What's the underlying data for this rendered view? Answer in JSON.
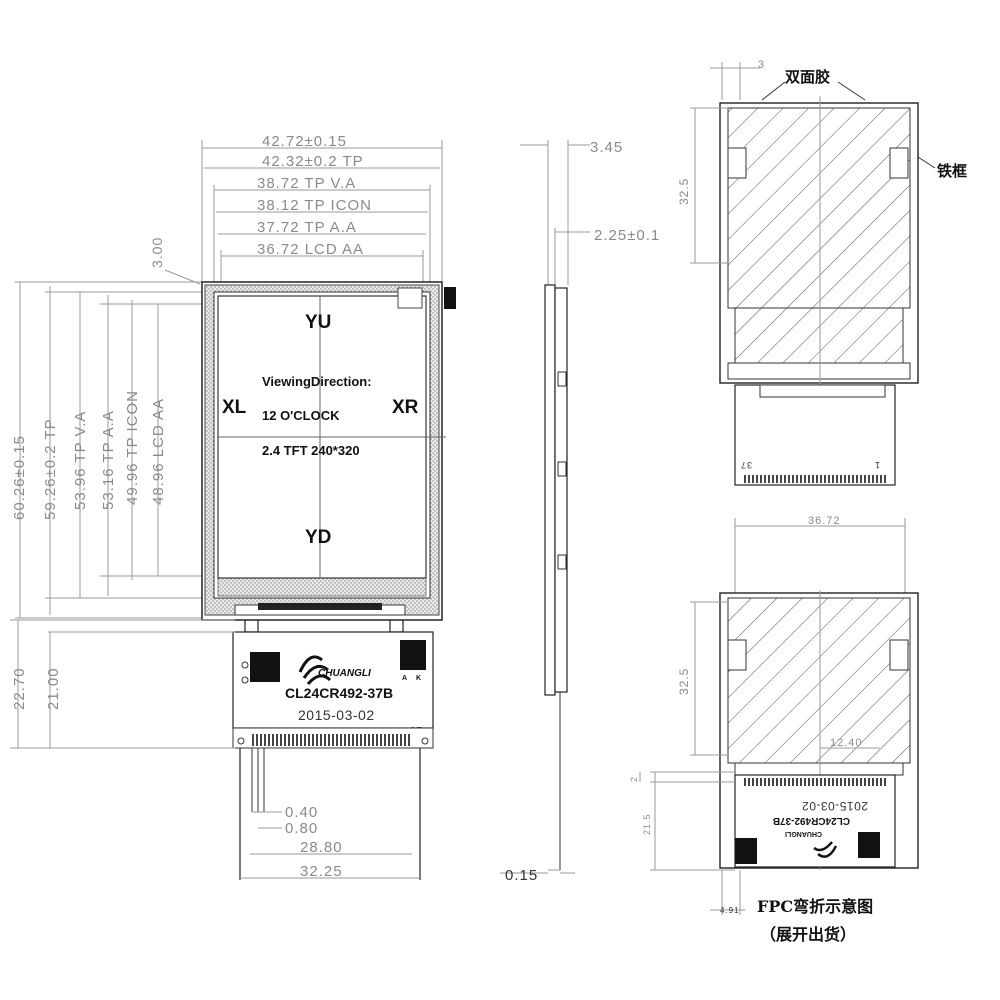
{
  "front_view": {
    "width_dims": [
      "42.72±0.15",
      "42.32±0.2 TP",
      "38.72 TP V.A",
      "38.12 TP ICON",
      "37.72 TP A.A",
      "36.72 LCD AA"
    ],
    "height_dims": [
      "60.26±0.15",
      "59.26±0.2 TP",
      "53.96 TP V.A",
      "53.16 TP A.A",
      "49.96 TP ICON",
      "48.96 LCD AA"
    ],
    "top_offset": "3.00",
    "fpc_dims": [
      "22.70",
      "21.00"
    ],
    "pitch_dims": [
      "0.40",
      "0.80",
      "28.80",
      "32.25"
    ],
    "screen": {
      "yu": "YU",
      "yd": "YD",
      "xl": "XL",
      "xr": "XR",
      "line1": "ViewingDirection:",
      "line2": "12 O'CLOCK",
      "line3": "2.4 TFT  240*320"
    },
    "fpc": {
      "brand": "CHUANGLI",
      "model": "CL24CR492-37B",
      "date": "2015-03-02",
      "pin_label": "37",
      "small_labels": [
        "A",
        "K"
      ]
    }
  },
  "side_view": {
    "dims": [
      "3.45",
      "2.25±0.1",
      "0.15"
    ]
  },
  "back_view_top": {
    "dim_top": "3",
    "dim_height": "32.5",
    "label_tape": "双面胶",
    "label_frame": "铁框",
    "pin_first": "1",
    "pin_last": "37"
  },
  "back_view_bottom": {
    "dim_width": "36.72",
    "dim_height": "32.5",
    "dim_inner": "12.40",
    "dim_small": "2",
    "dim_fpc": "21.5",
    "dim_offset": "4.91",
    "brand": "CHUANGLI",
    "model": "CL24CR492-37B",
    "date": "2015-03-02",
    "caption1": "FPC弯折示意图",
    "caption2": "（展开出货）"
  }
}
